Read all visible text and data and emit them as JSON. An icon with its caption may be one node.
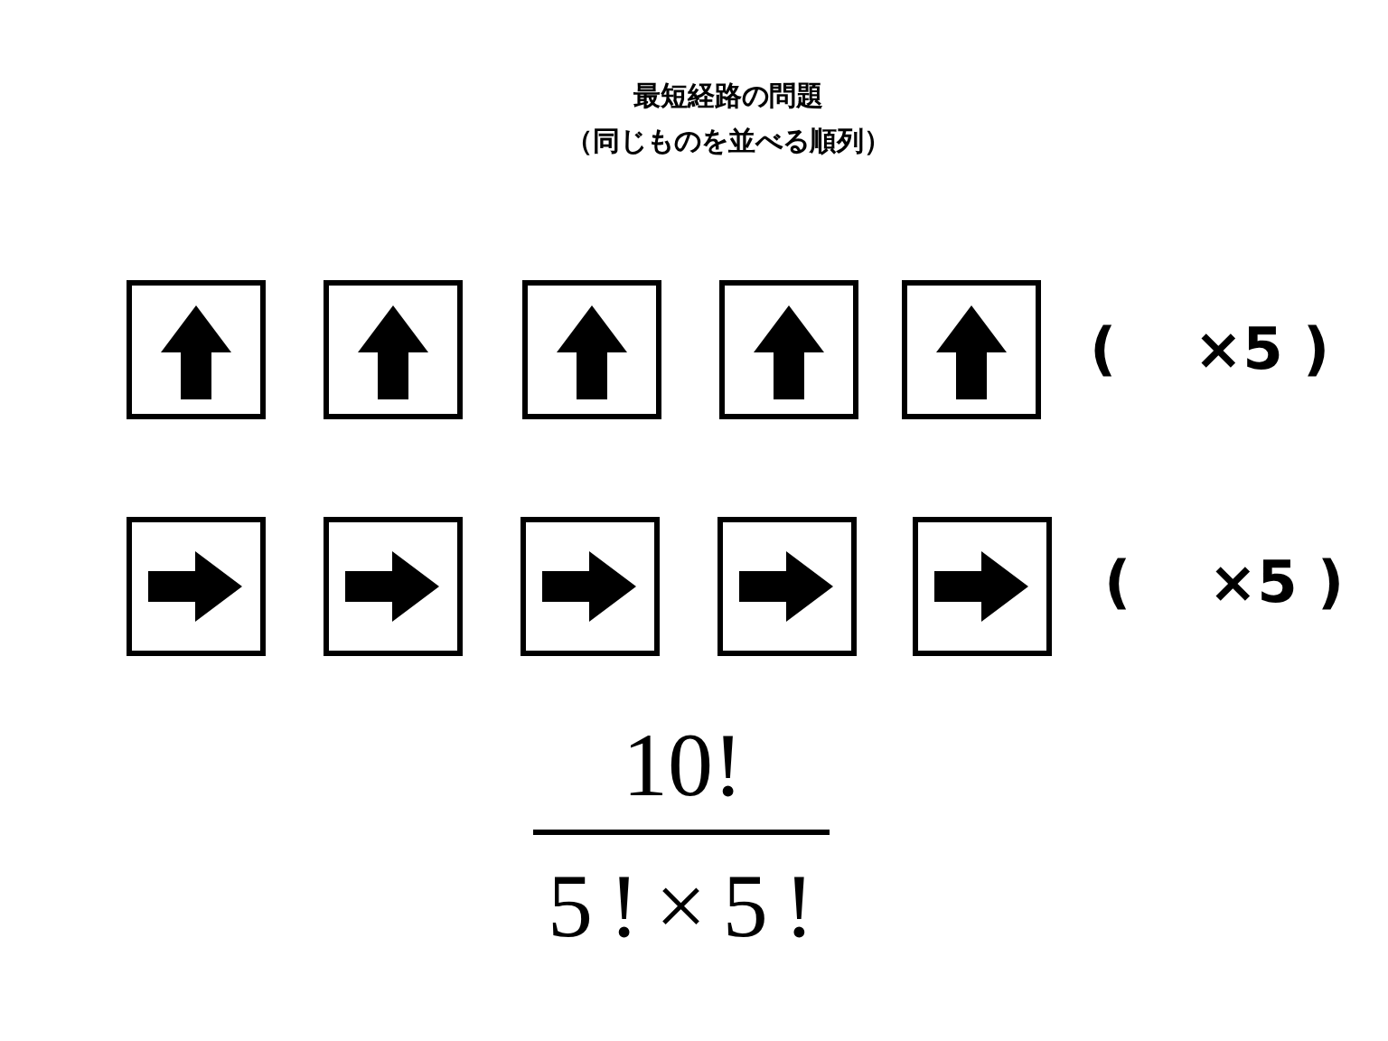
{
  "diagram": {
    "title": "最短経路の問題",
    "labels": [
      "（同じものを並べる順列）",
      "(　 ×5 )",
      "(　 ×5 )",
      "10!",
      "5!×5!"
    ]
  }
}
